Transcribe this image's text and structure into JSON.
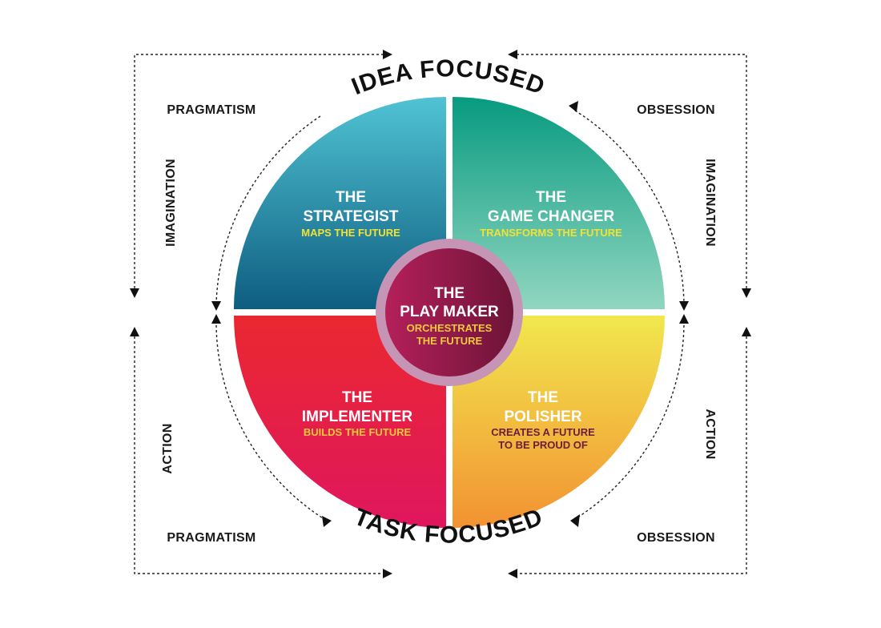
{
  "arc_titles": {
    "top": "IDEA FOCUSED",
    "bottom": "TASK FOCUSED"
  },
  "corner_labels": {
    "top_left": "PRAGMATISM",
    "top_right": "OBSESSION",
    "bottom_left": "PRAGMATISM",
    "bottom_right": "OBSESSION"
  },
  "side_labels": {
    "left_upper": "IMAGINATION",
    "right_upper": "IMAGINATION",
    "left_lower": "ACTION",
    "right_lower": "ACTION"
  },
  "quadrants": {
    "strategist": {
      "line1": "THE",
      "line2": "STRATEGIST",
      "sub": "MAPS THE FUTURE",
      "sub_color": "#f2e232"
    },
    "game_changer": {
      "line1": "THE",
      "line2": "GAME CHANGER",
      "sub": "TRANSFORMS THE FUTURE",
      "sub_color": "#f2e232"
    },
    "implementer": {
      "line1": "THE",
      "line2": "IMPLEMENTER",
      "sub": "BUILDS THE FUTURE",
      "sub_color": "#f2c83c"
    },
    "polisher": {
      "line1": "THE",
      "line2": "POLISHER",
      "sub1": "CREATES A FUTURE",
      "sub2": "TO BE PROUD OF",
      "sub_color": "#6b1e3c"
    }
  },
  "center": {
    "line1": "THE",
    "line2": "PLAY MAKER",
    "sub1": "ORCHESTRATES",
    "sub2": "THE FUTURE",
    "sub_color": "#f2c83c"
  },
  "colors": {
    "strategist_top": "#50c3d3",
    "strategist_bottom": "#0e5d80",
    "game_changer_top": "#079b80",
    "game_changer_bottom": "#92d6c0",
    "implementer_top": "#ea2830",
    "implementer_bottom": "#e0165e",
    "polisher_top": "#f1e84d",
    "polisher_bottom": "#f29232",
    "center_left": "#b4205a",
    "center_right": "#6e1437",
    "center_ring": "#c694b4"
  }
}
